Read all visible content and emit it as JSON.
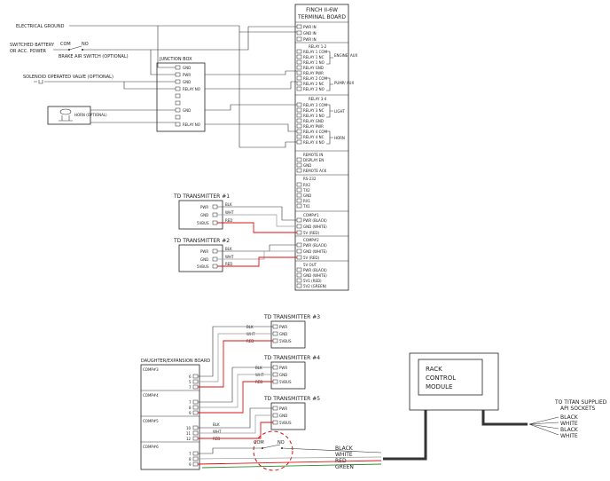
{
  "finch": {
    "title1": "FINCH II-6W",
    "title2": "TERMINAL BOARD",
    "power": [
      "PWR IN",
      "GND IN",
      "PWR IN"
    ],
    "relay_title": "RELAY 1-2",
    "relay12": [
      "RELAY 1 COM",
      "RELAY 1 NC",
      "RELAY 1 NO",
      "RELAY GND",
      "RELAY PWR",
      "RELAY 2 COM",
      "RELAY 2 NC",
      "RELAY 2 NO"
    ],
    "engine_label": "ENGINE/ AUX",
    "pump_label": "PUMP/ AUX",
    "relay34_title": "RELAY 3-4",
    "relay34": [
      "RELAY 3 COM",
      "RELAY 3 NC",
      "RELAY 3 NO",
      "RELAY GND",
      "RELAY PWR",
      "RELAY 4 COM",
      "RELAY 4 NC",
      "RELAY 4 NO"
    ],
    "light_label": "LIGHT",
    "horn_label": "HORN",
    "remote_title": "REMOTE IN",
    "remote": [
      "DISPLAY EN",
      "GND",
      "REMOTE ACK"
    ],
    "rs_title": "RS-232",
    "rs": [
      "RX2",
      "TX2",
      "GND",
      "RX1",
      "TX1"
    ],
    "comp1_title": "COMP#1",
    "comp1": [
      "PWR (BLACK)",
      "GND (WHITE)",
      "5V (RED)"
    ],
    "comp2_title": "COMP#2",
    "comp2": [
      "PWR (BLACK)",
      "GND (WHITE)",
      "5V (RED)"
    ],
    "out_title": "5V OUT",
    "out": [
      "PWR (BLACK)",
      "GND (WHITE)",
      "5V1 (RED)",
      "5V2 (GREEN)"
    ]
  },
  "junction": {
    "title": "JUNCTION BOX",
    "pins": [
      "GND",
      "PWR",
      "GND",
      "RELAY NO",
      "",
      "",
      "GND",
      "",
      "RELAY NO"
    ]
  },
  "inputs": {
    "ground": "ELECTRICAL GROUND",
    "battery1": "SWITCHED BATTERY",
    "battery2": "OR ACC. POWER",
    "com": "COM",
    "no": "NO",
    "brake": "BRAKE AIR SWITCH (OPTIONAL)",
    "solenoid": "SOLENOID OPERATED VALVE (OPTIONAL)",
    "horn": "HORN (OPTIONAL)"
  },
  "transmitters_top": [
    {
      "title": "TD TRANSMITTER #1",
      "pins": [
        "PWR",
        "GND",
        "5VBUS"
      ],
      "wires": [
        "BLK",
        "WHT",
        "RED"
      ]
    },
    {
      "title": "TD TRANSMITTER #2",
      "pins": [
        "PWR",
        "GND",
        "5VBUS"
      ],
      "wires": [
        "BLK",
        "WHT",
        "RED"
      ]
    }
  ],
  "transmitters_bottom": [
    {
      "title": "TD TRANSMITTER #3",
      "pins": [
        "PWR",
        "GND",
        "5VBUS"
      ],
      "wires": [
        "BLK",
        "WHT",
        "RED"
      ]
    },
    {
      "title": "TD TRANSMITTER #4",
      "pins": [
        "PWR",
        "GND",
        "5VBUS"
      ],
      "wires": [
        "BLK",
        "WHT",
        "RED"
      ]
    },
    {
      "title": "TD TRANSMITTER #5",
      "pins": [
        "PWR",
        "GND",
        "5VBUS"
      ],
      "wires": [
        "BLK",
        "WHT",
        "RED"
      ]
    }
  ],
  "daughter": {
    "title": "DAUGHTER/EXPANSION BOARD",
    "groups": [
      {
        "name": "COMP#3",
        "pins": [
          "6",
          "5",
          "7"
        ]
      },
      {
        "name": "COMP#4",
        "pins": [
          "7",
          "8",
          "9"
        ]
      },
      {
        "name": "COMP#5",
        "pins": [
          "10",
          "11",
          "12"
        ]
      },
      {
        "name": "COMP#6",
        "pins": [
          "7",
          "8",
          "9"
        ]
      }
    ]
  },
  "relay_switch": {
    "com": "COM",
    "no": "NO"
  },
  "output_wires": [
    "BLACK",
    "WHITE",
    "RED",
    "GREEN"
  ],
  "rack": {
    "line1": "RACK",
    "line2": "CONTROL",
    "line3": "MODULE"
  },
  "titan": {
    "title1": "TO TITAN SUPPLIED",
    "title2": "API SOCKETS",
    "wires": [
      "BLACK",
      "WHITE",
      "BLACK",
      "WHITE"
    ]
  },
  "colors": {
    "red": "#dd1111",
    "green": "#2a8a2a",
    "gray": "#999999",
    "ink": "#222222"
  }
}
